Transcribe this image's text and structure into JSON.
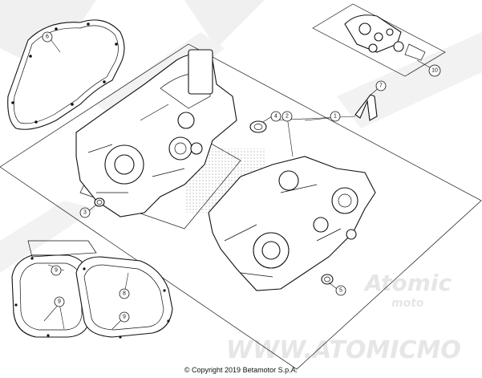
{
  "watermark": {
    "brand_text": "Atomic",
    "brand_sub": "moto",
    "url_text": "WWW.ATOMICMO"
  },
  "callouts": {
    "c1": "1",
    "c2": "2",
    "c3": "3",
    "c4": "4",
    "c5": "5",
    "c6": "6",
    "c7": "7",
    "c8": "8",
    "c9": "9",
    "c10": "10"
  },
  "copyright": "© Copyright 2019 Betamotor S.p.A."
}
